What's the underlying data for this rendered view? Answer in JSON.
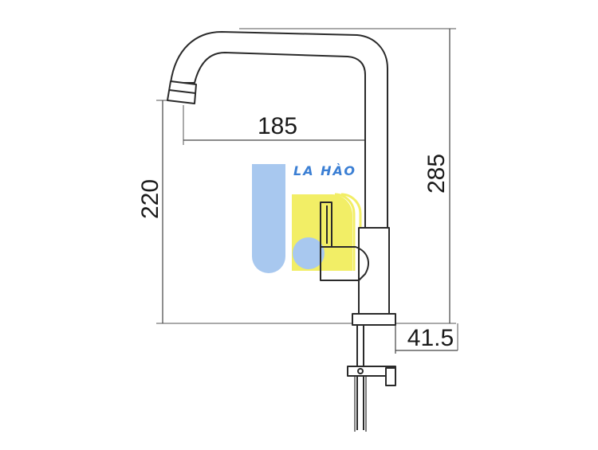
{
  "drawing": {
    "dimensions": {
      "spout_reach": "185",
      "spout_height": "220",
      "total_height": "285",
      "base_width": "41.5"
    }
  },
  "watermark": {
    "text": "LA HÀO",
    "colors": {
      "blue": "#a8c8ef",
      "yellow": "#f2ee66",
      "brand_text": "#3b7fd4"
    }
  },
  "colors": {
    "line": "#2a2a2a",
    "dimension_line": "#555555"
  }
}
